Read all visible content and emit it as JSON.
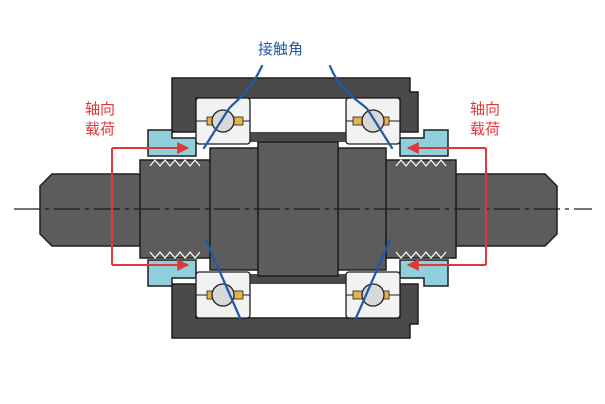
{
  "labels": {
    "contact_angle": "接触角",
    "axial_load_left_line1": "轴向",
    "axial_load_left_line2": "载荷",
    "axial_load_right_line1": "轴向",
    "axial_load_right_line2": "载荷"
  },
  "colors": {
    "background": "#ffffff",
    "housing": "#4a4a4a",
    "shaft": "#5c5c5c",
    "shaft_outline": "#1e1e1e",
    "nut": "#8fd0dc",
    "bearing_ring": "#f2f2f2",
    "ball": "#d8d8d8",
    "cage": "#e6b34a",
    "contact_line": "#1f5aa8",
    "load_arrow": "#e03838",
    "label_blue": "#1f5aa8",
    "label_red": "#e03838"
  }
}
